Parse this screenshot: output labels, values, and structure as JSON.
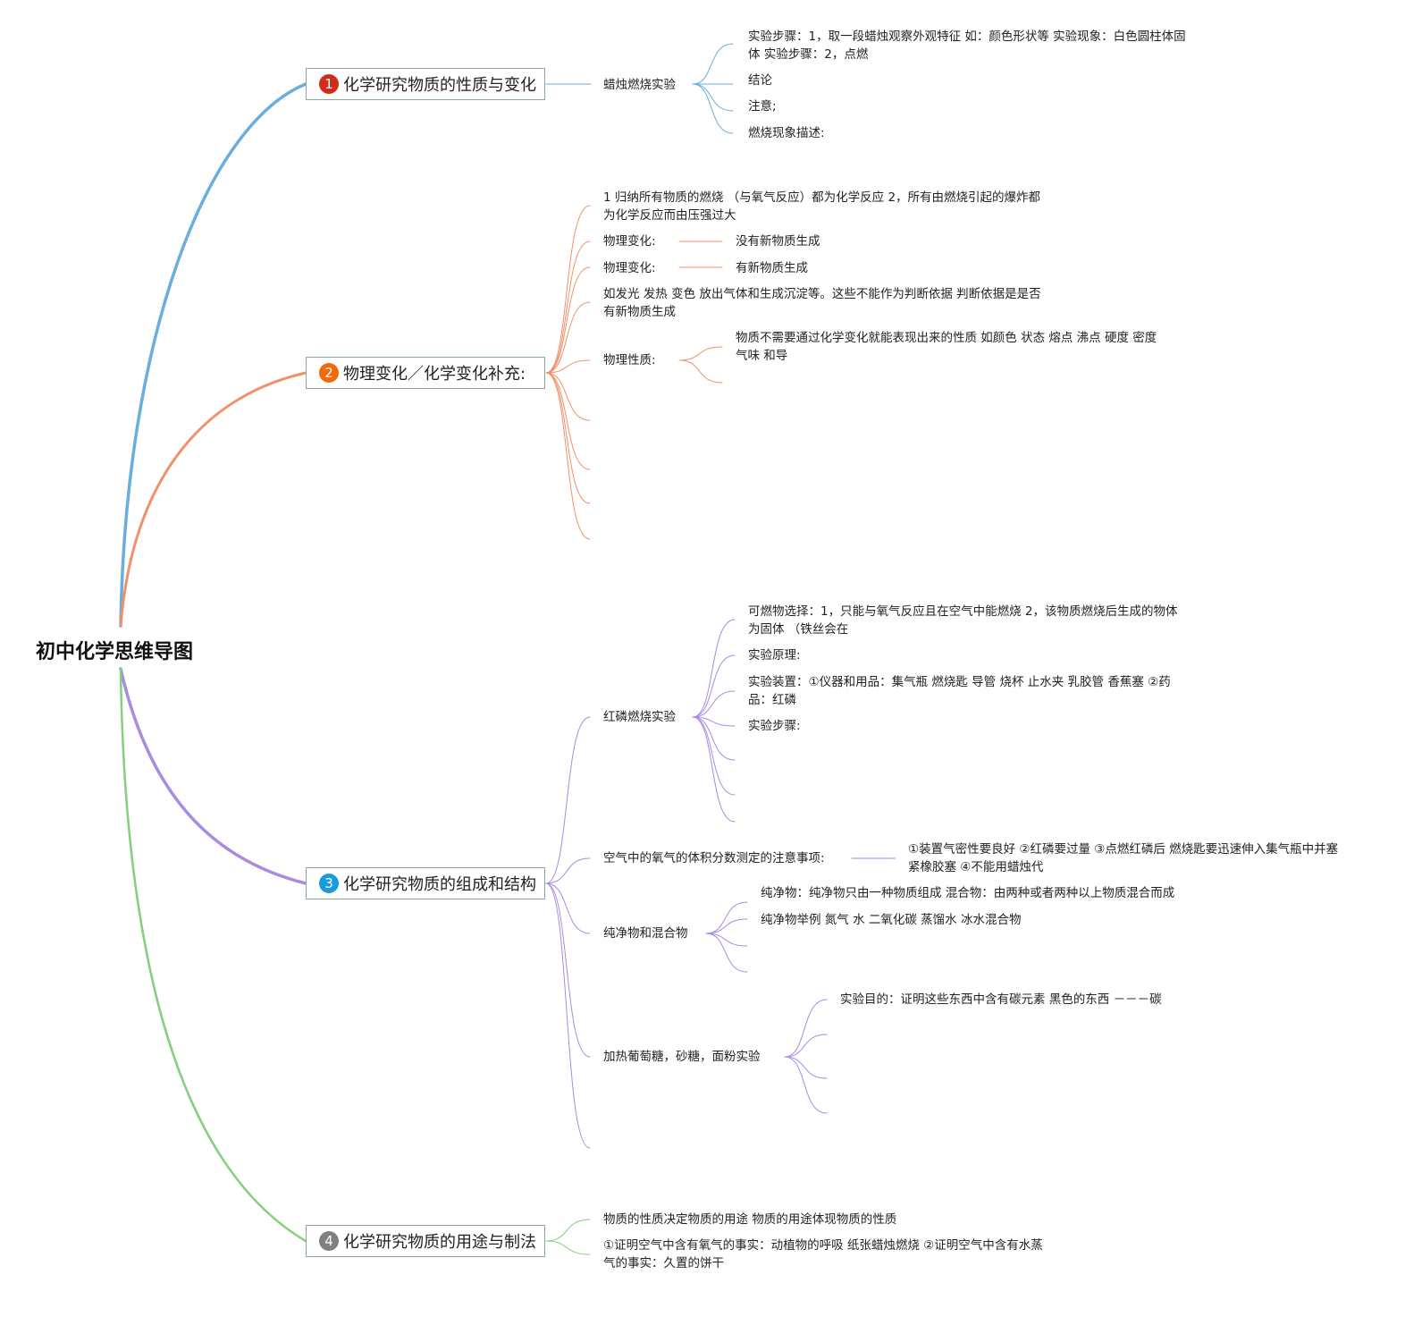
{
  "root": "初中化学思维导图",
  "colors": {
    "b1": "#6aaede",
    "b2": "#f0916a",
    "b3": "#a98be0",
    "b4": "#86cf7f"
  },
  "branches": [
    {
      "num": "1",
      "label": "化学研究物质的性质与变化",
      "badge_color": "#d42a17"
    },
    {
      "num": "2",
      "label": "物理变化／化学变化补充:",
      "badge_color": "#f06a0a"
    },
    {
      "num": "3",
      "label": "化学研究物质的组成和结构",
      "badge_color": "#1a9be0"
    },
    {
      "num": "4",
      "label": "化学研究物质的用途与制法",
      "badge_color": "#808080"
    }
  ],
  "b1": {
    "topic": "蜡烛燃烧实验",
    "children": [
      "实验步骤：1，取一段蜡烛观察外观特征 如：颜色形状等 实验现象：白色圆柱体固体 实验步骤：2，点燃",
      "结论",
      "注意;",
      "燃烧现象描述:"
    ]
  },
  "b2": {
    "items": [
      "1 归纳所有物质的燃烧 （与氧气反应）都为化学反应 2，所有由燃烧引起的爆炸都为化学反应而由压强过大",
      "物理变化:",
      "物理变化:",
      "如发光 发热 变色 放出气体和生成沉淀等。这些不能作为判断依据 判断依据是是否有新物质生成",
      "物理性质:"
    ],
    "change1_detail": "没有新物质生成",
    "change2_detail": "有新物质生成",
    "property_detail": "物质不需要通过化学变化就能表现出来的性质 如颜色 状态 熔点 沸点 硬度 密度 气味 和导"
  },
  "b3": {
    "red_p": {
      "topic": "红磷燃烧实验",
      "children": [
        "可燃物选择：1，只能与氧气反应且在空气中能燃烧 2，该物质燃烧后生成的物体为固体 （铁丝会在",
        "实验原理:",
        "实验装置：①仪器和用品：集气瓶 燃烧匙 导管 烧杯 止水夹 乳胶管 香蕉塞 ②药品：红磷",
        "实验步骤:"
      ]
    },
    "oxygen": {
      "topic": "空气中的氧气的体积分数测定的注意事项:",
      "detail": "①装置气密性要良好 ②红磷要过量 ③点燃红磷后 燃烧匙要迅速伸入集气瓶中并塞紧橡胶塞 ④不能用蜡烛代"
    },
    "pure": {
      "topic": "纯净物和混合物",
      "children": [
        "纯净物：纯净物只由一种物质组成 混合物：由两种或者两种以上物质混合而成",
        "纯净物举例 氮气 水 二氧化碳 蒸馏水 冰水混合物"
      ]
    },
    "heat": {
      "topic": "加热葡萄糖，砂糖，面粉实验",
      "children": [
        "实验目的：证明这些东西中含有碳元素 黑色的东西 －－－碳"
      ]
    }
  },
  "b4": {
    "items": [
      "物质的性质决定物质的用途 物质的用途体现物质的性质",
      "①证明空气中含有氧气的事实：动植物的呼吸 纸张蜡烛燃烧 ②证明空气中含有水蒸气的事实：久置的饼干"
    ]
  }
}
